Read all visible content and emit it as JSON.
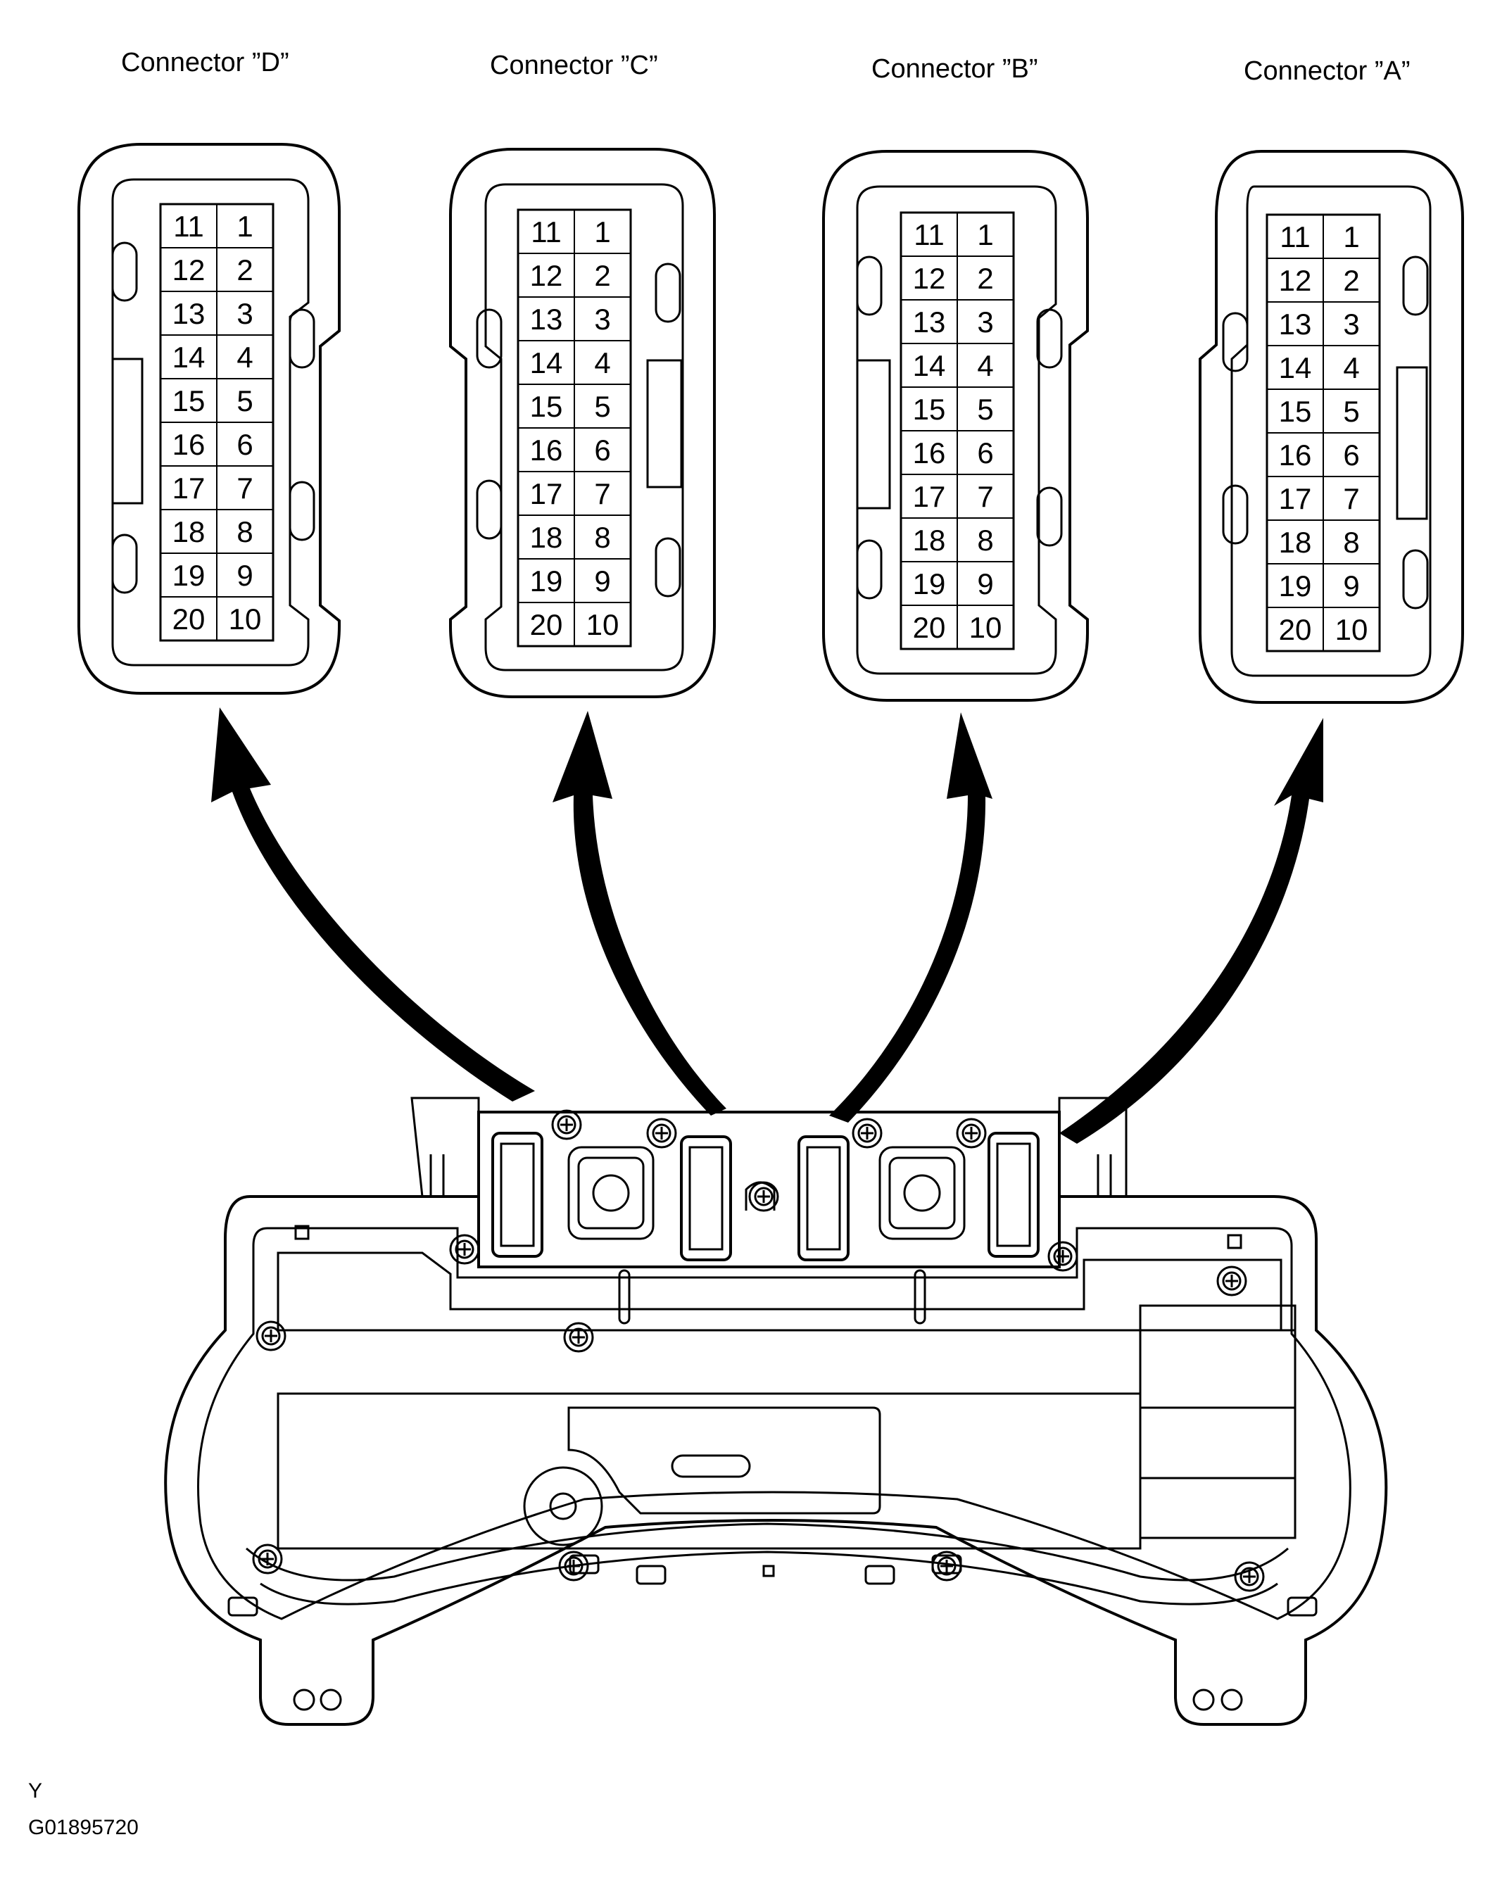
{
  "connectors": [
    {
      "label": "Connector ”D”"
    },
    {
      "label": "Connector ”C”"
    },
    {
      "label": "Connector ”B”"
    },
    {
      "label": "Connector ”A”"
    }
  ],
  "pins": {
    "left_column": [
      "11",
      "12",
      "13",
      "14",
      "15",
      "16",
      "17",
      "18",
      "19",
      "20"
    ],
    "right_column": [
      "1",
      "2",
      "3",
      "4",
      "5",
      "6",
      "7",
      "8",
      "9",
      "10"
    ]
  },
  "view_code": "Y",
  "figure_code": "G01895720"
}
